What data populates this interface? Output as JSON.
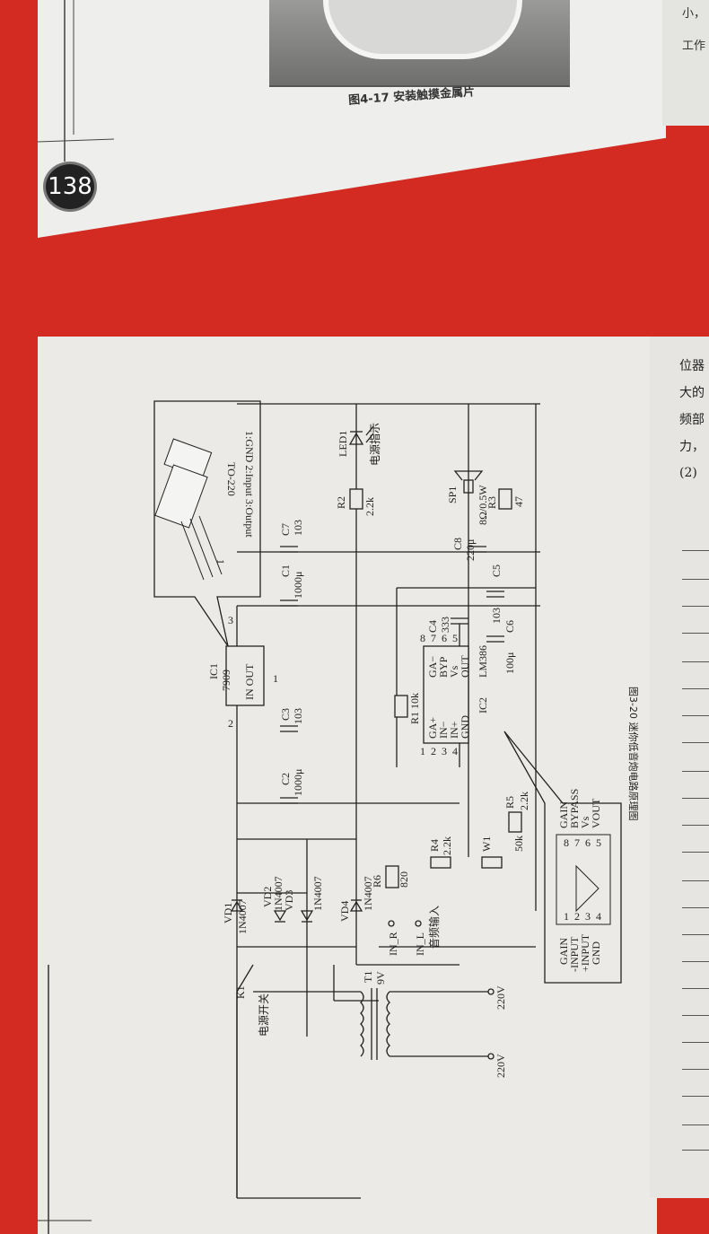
{
  "top_page": {
    "figure_caption": "图4-17 安装触摸金属片",
    "page_number": "138",
    "right_text": [
      "小，",
      "工作"
    ]
  },
  "bottom_page": {
    "figure_caption": "图3-20 迷你低音炮电路原理图",
    "regulator_callout": {
      "package": "TO-220",
      "pins": "1:GND 2:Input 3:Output",
      "pin_marker": "1"
    },
    "components": {
      "IC1": "IC1",
      "IC1_part": "7909",
      "IC1_pins": "IN OUT",
      "IC2": "IC2",
      "IC2_part": "LM386",
      "IC2_left_pins": [
        "GA+",
        "IN−",
        "IN+",
        "GND"
      ],
      "IC2_right_pins": [
        "GA−",
        "BYP",
        "Vs",
        "OUT"
      ],
      "IC2_pin_numbers": [
        "1",
        "2",
        "3",
        "4",
        "8",
        "7",
        "6",
        "5"
      ],
      "C1": "C1",
      "C1_val": "1000μ",
      "C2": "C2",
      "C2_val": "1000μ",
      "C3": "C3",
      "C3_val": "103",
      "C4": "C4",
      "C4_val": "333",
      "C5": "C5",
      "C5_val": "103",
      "C6": "C6",
      "C6_val": "100μ",
      "C7": "C7",
      "C7_val": "103",
      "C8": "C8",
      "C8_val": "220μ",
      "R1": "R1 10k",
      "R2": "R2",
      "R2_val": "2.2k",
      "R3": "R3",
      "R3_val": "47",
      "R4": "R4",
      "R4_val": "2.2k",
      "R5": "R5",
      "R5_val": "2.2k",
      "R6": "R6",
      "R6_val": "820",
      "W1": "W1",
      "W1_val": "50k",
      "LED1": "LED1",
      "LED1_label": "电源指示",
      "SP1": "SP1",
      "SP1_val": "8Ω/0.5W",
      "VD1": "VD1",
      "VD2": "VD2",
      "VD3": "VD3",
      "VD4": "VD4",
      "diode_part": "1N4007",
      "T1": "T1",
      "T1_val": "9V",
      "K1": "K1",
      "K1_label": "电源开关",
      "IN_R": "IN_R",
      "IN_L": "IN_L",
      "audio_input": "音频输入",
      "ac1": "220V",
      "ac2": "220V",
      "pin2": "2",
      "pin3": "3",
      "pin1": "1"
    },
    "lm386_callout": {
      "left_pins": [
        "GAIN",
        "-INPUT",
        "+INPUT",
        "GND"
      ],
      "left_nums": [
        "1",
        "2",
        "3",
        "4"
      ],
      "right_pins": [
        "GAIN",
        "BYPASS",
        "Vs",
        "VOUT"
      ],
      "right_nums": [
        "8",
        "7",
        "6",
        "5"
      ]
    },
    "right_text": [
      "位器",
      "大的",
      "频部",
      "力，",
      "(2)"
    ]
  }
}
